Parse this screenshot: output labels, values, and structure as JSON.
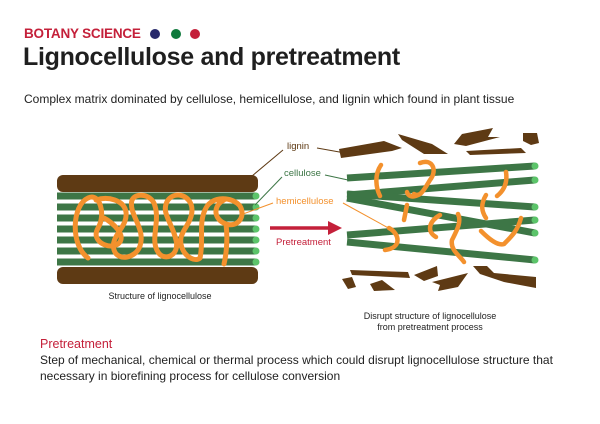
{
  "header": {
    "kicker": "BOTANY SCIENCE",
    "dots": [
      {
        "name": "navy-dot",
        "color": "#27296b"
      },
      {
        "name": "green-dot",
        "color": "#0e7a3c"
      },
      {
        "name": "red-dot",
        "color": "#c4203a"
      }
    ],
    "title": "Lignocellulose and pretreatment",
    "subtitle": "Complex matrix dominated by cellulose, hemicellulose, and lignin which found in plant tissue"
  },
  "diagram": {
    "labels": {
      "lignin": "lignin",
      "cellulose": "cellulose",
      "hemicellulose": "hemicellulose",
      "arrow": "Pretreatment"
    },
    "colors": {
      "lignin": "#5e3a14",
      "cellulose": "#3d7646",
      "cellulose_tip": "#5cc46a",
      "hemicellulose": "#f3912d",
      "arrow": "#c4203a",
      "label_lignin": "#5e3a14",
      "label_cellulose": "#3d7646",
      "label_hemicellulose": "#f3912d"
    },
    "left_structure": {
      "caption": "Structure of lignocellulose",
      "lignin_layers": 2,
      "cellulose_strands": 7
    },
    "right_structure": {
      "caption_line1": "Disrupt structure of lignocellulose",
      "caption_line2": "from pretreatment process"
    }
  },
  "definition": {
    "heading": "Pretreatment",
    "body": "Step of mechanical, chemical or thermal process which could disrupt lignocellulose structure that necessary in biorefining process for cellulose conversion"
  }
}
